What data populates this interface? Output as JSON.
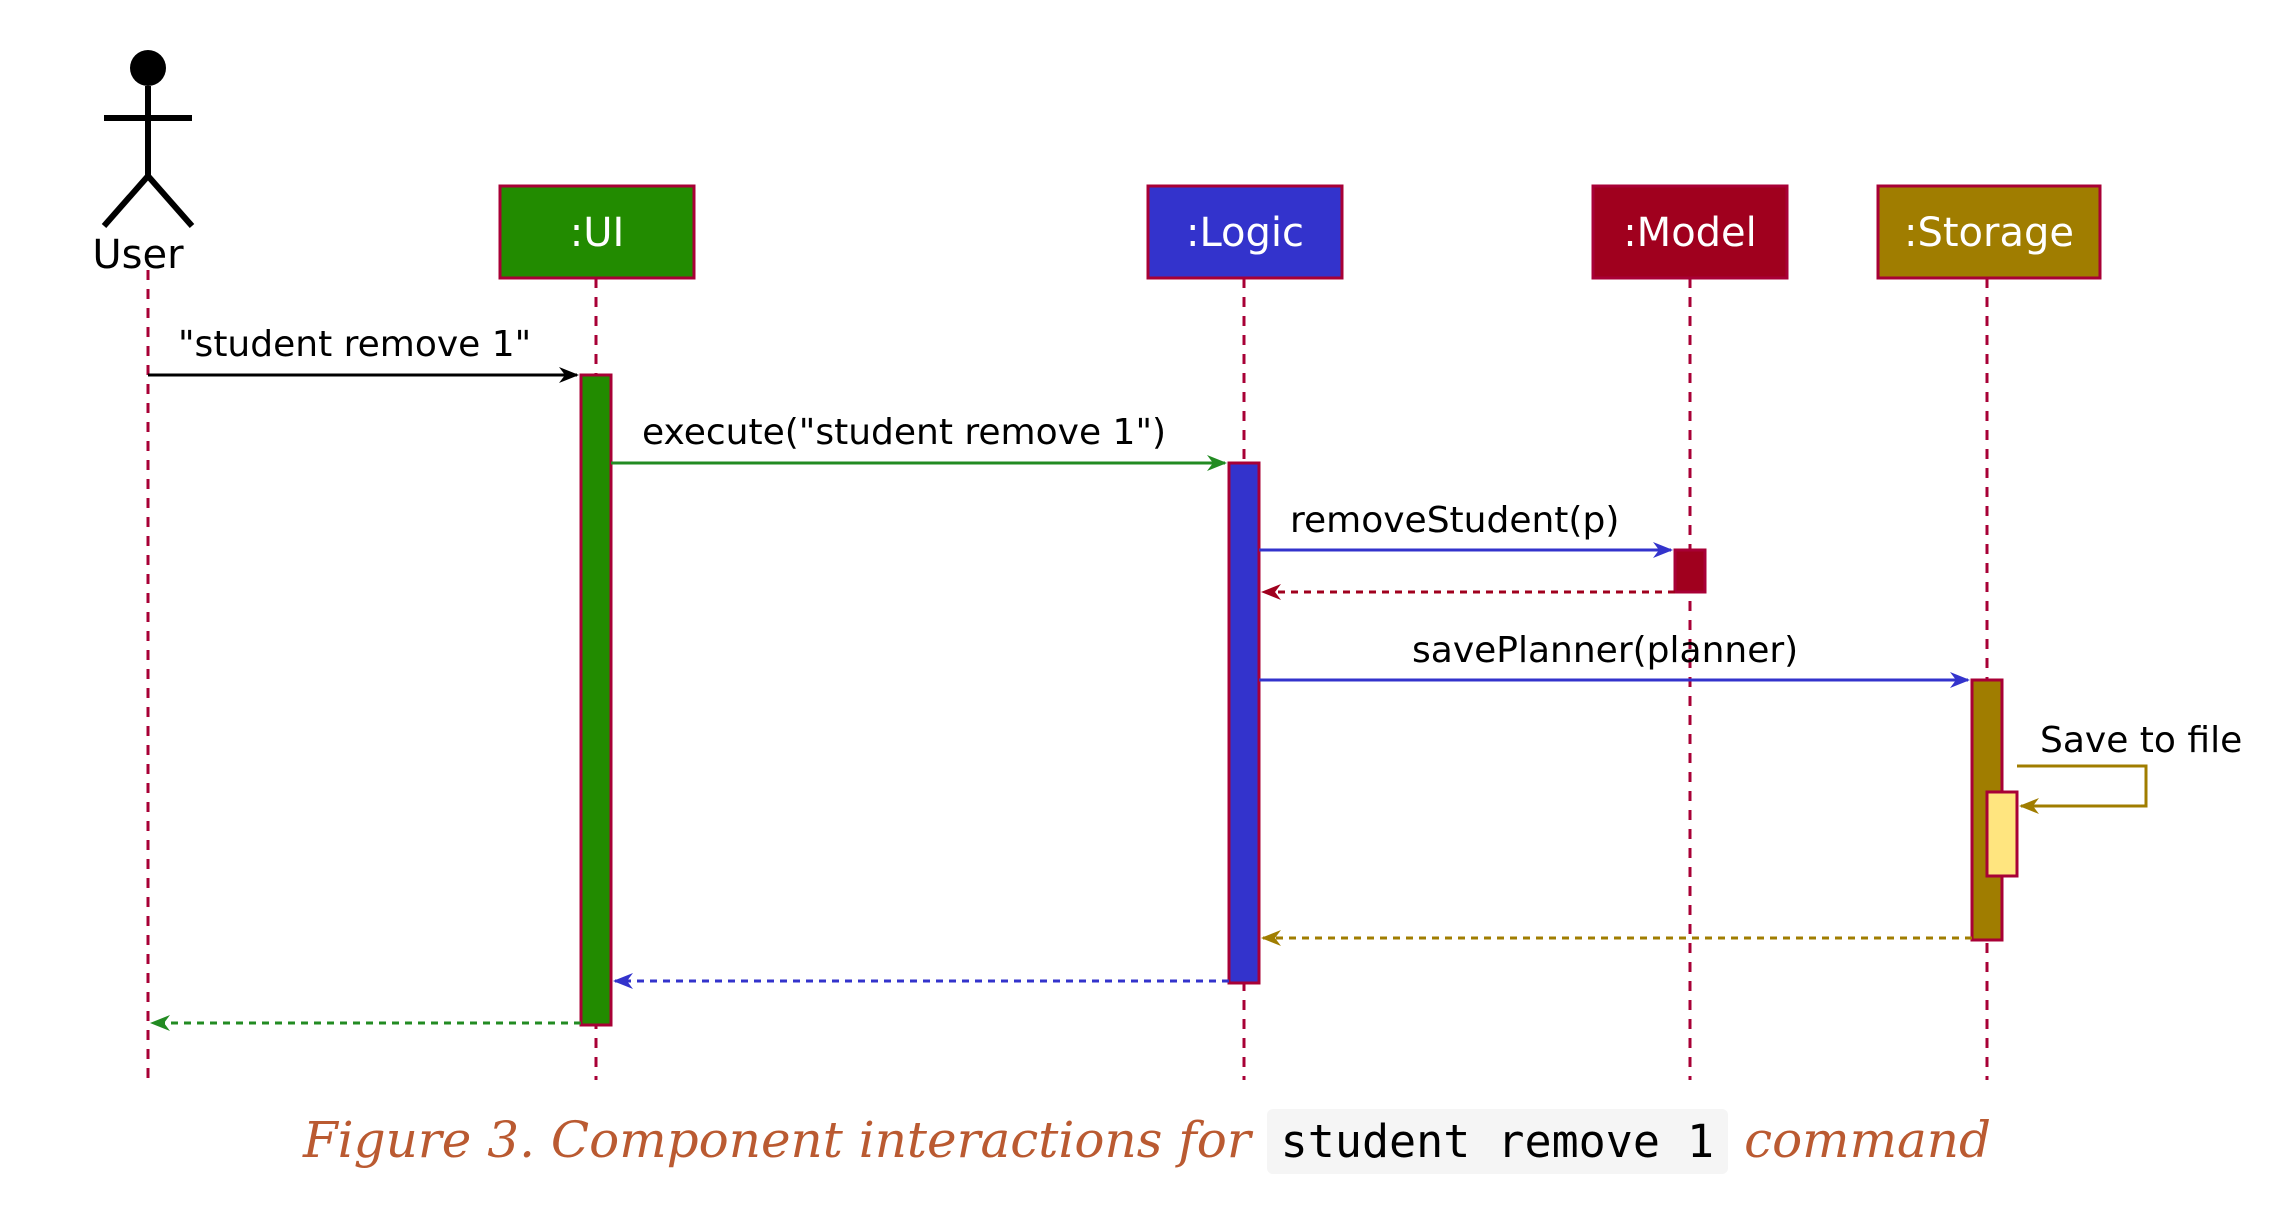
{
  "actor": {
    "label": "User"
  },
  "participants": {
    "ui": {
      "label": ":UI",
      "color": "#228b00"
    },
    "logic": {
      "label": ":Logic",
      "color": "#3333cc"
    },
    "model": {
      "label": ":Model",
      "color": "#a0001e"
    },
    "storage": {
      "label": ":Storage",
      "color": "#a07d00"
    }
  },
  "messages": {
    "user_to_ui": "\"student remove 1\"",
    "ui_to_logic": "execute(\"student remove 1\")",
    "logic_to_model": "removeStudent(p)",
    "logic_to_storage": "savePlanner(planner)",
    "storage_self": "Save to file"
  },
  "caption": {
    "prefix": "Figure 3. Component interactions for",
    "code": "student remove 1",
    "suffix": "command"
  },
  "colors": {
    "lifeline": "#a80036",
    "self_activation": "#ffe57f"
  }
}
